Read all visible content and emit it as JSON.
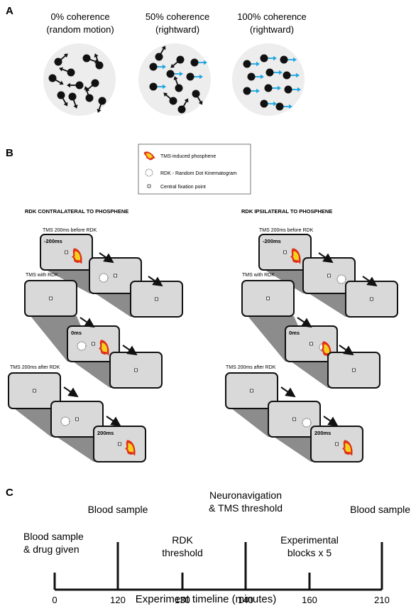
{
  "panels": {
    "a": {
      "letter": "A",
      "circles": [
        {
          "line1": "0% coherence",
          "line2": "(random motion)",
          "dots": [
            {
              "angle": -40,
              "blue": false
            },
            {
              "angle": 200,
              "blue": false
            },
            {
              "angle": 20,
              "blue": false
            },
            {
              "angle": 250,
              "blue": false
            },
            {
              "angle": 30,
              "blue": false
            },
            {
              "angle": 180,
              "blue": false
            },
            {
              "angle": 140,
              "blue": false
            },
            {
              "angle": 70,
              "blue": false
            },
            {
              "angle": 250,
              "blue": false
            },
            {
              "angle": 110,
              "blue": false
            },
            {
              "angle": 60,
              "blue": false
            }
          ]
        },
        {
          "line1": "50% coherence",
          "line2": "(rightward)",
          "dots": [
            {
              "angle": -60,
              "blue": false
            },
            {
              "angle": 0,
              "blue": true
            },
            {
              "angle": 140,
              "blue": false
            },
            {
              "angle": 0,
              "blue": true
            },
            {
              "angle": 0,
              "blue": true
            },
            {
              "angle": 0,
              "blue": true
            },
            {
              "angle": 0,
              "blue": true
            },
            {
              "angle": 250,
              "blue": false
            },
            {
              "angle": 220,
              "blue": false
            },
            {
              "angle": 60,
              "blue": false
            },
            {
              "angle": -60,
              "blue": false
            }
          ]
        },
        {
          "line1": "100% coherence",
          "line2": "(rightward)",
          "dots": [
            {
              "angle": 0,
              "blue": true
            },
            {
              "angle": 0,
              "blue": true
            },
            {
              "angle": 0,
              "blue": true
            },
            {
              "angle": 0,
              "blue": true
            },
            {
              "angle": 0,
              "blue": true
            },
            {
              "angle": 0,
              "blue": true
            },
            {
              "angle": 0,
              "blue": true
            },
            {
              "angle": 0,
              "blue": true
            },
            {
              "angle": 0,
              "blue": true
            },
            {
              "angle": 0,
              "blue": true
            },
            {
              "angle": 0,
              "blue": true
            }
          ]
        }
      ]
    },
    "b": {
      "letter": "B",
      "legend": {
        "phosphene": "TMS-induced phosphene",
        "rdk": "RDK - Random Dot Kinematogram",
        "fixation": "Central fixation point"
      },
      "left_title": "RDK CONTRALATERAL TO PHOSPHENE",
      "right_title": "RDK IPSILATERAL TO PHOSPHENE",
      "rows": [
        {
          "label": "TMS 200ms before RDK",
          "time": "-200ms"
        },
        {
          "label": "TMS with RDK",
          "time": "0ms"
        },
        {
          "label": "TMS 200ms after RDK",
          "time": "200ms"
        }
      ]
    },
    "c": {
      "letter": "C",
      "xlabel": "Experiment timeline (minutes)",
      "ticks": [
        "0",
        "120",
        "130",
        "140",
        "160",
        "210"
      ],
      "events": [
        {
          "minute": 0,
          "level": "short",
          "line1": "Blood sample",
          "line2": "& drug given"
        },
        {
          "minute": 120,
          "level": "tall",
          "line1": "Blood sample",
          "line2": ""
        },
        {
          "minute": 130,
          "level": "short",
          "line1": "RDK",
          "line2": "threshold"
        },
        {
          "minute": 140,
          "level": "tall",
          "line1": "Neuronavigation",
          "line2": "& TMS threshold"
        },
        {
          "minute": 160,
          "level": "short",
          "line1": "Experimental",
          "line2": "blocks x 5"
        },
        {
          "minute": 210,
          "level": "tall",
          "line1": "Blood sample",
          "line2": ""
        }
      ]
    }
  },
  "colors": {
    "blue_arrow": "#1ea6e0",
    "circle_fill": "#ededed",
    "screen_fill": "#d9d9d9",
    "shadow": "#8c8c8c",
    "phosphene_outer": "#e03018",
    "phosphene_inner": "#f5d21e"
  }
}
